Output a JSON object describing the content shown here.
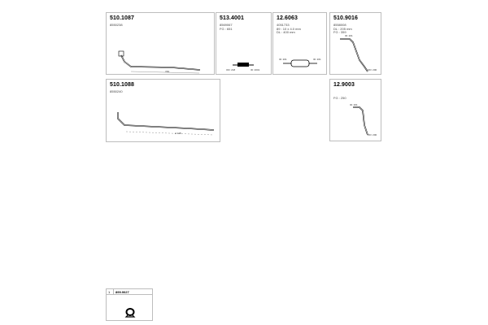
{
  "cards": {
    "c510_1087": {
      "part": "510.1087",
      "ref": "8550238",
      "dim": "749"
    },
    "c513_4001": {
      "part": "513.4001",
      "ref": "8569067",
      "spec": "FG : 651",
      "dim_left": "OD: 218",
      "dim_right": "ID: 2001"
    },
    "c12_6063": {
      "part": "12.6063",
      "ref": "4051733",
      "spec1": "89 : 10 x 4.0 mm",
      "spec2": "DL : 400 mm",
      "dim_left": "ID: 201",
      "dim_right": "ID: 201"
    },
    "c510_9016": {
      "part": "510.9016",
      "ref": "8558008",
      "spec1": "DL : 205 mm",
      "spec2": "FG : 359",
      "dim_top": "ID: 201",
      "dim_bottom": "OD: 200"
    },
    "c510_1088": {
      "part": "510.1088",
      "ref": "8550240",
      "dim": "2 148"
    },
    "c12_9003": {
      "part": "12.9003",
      "spec": "FG : 250",
      "dim_top": "ID: 201",
      "dim_bottom": "OD: 200"
    }
  },
  "accessory": {
    "qty": "1",
    "part": "899.9027"
  }
}
